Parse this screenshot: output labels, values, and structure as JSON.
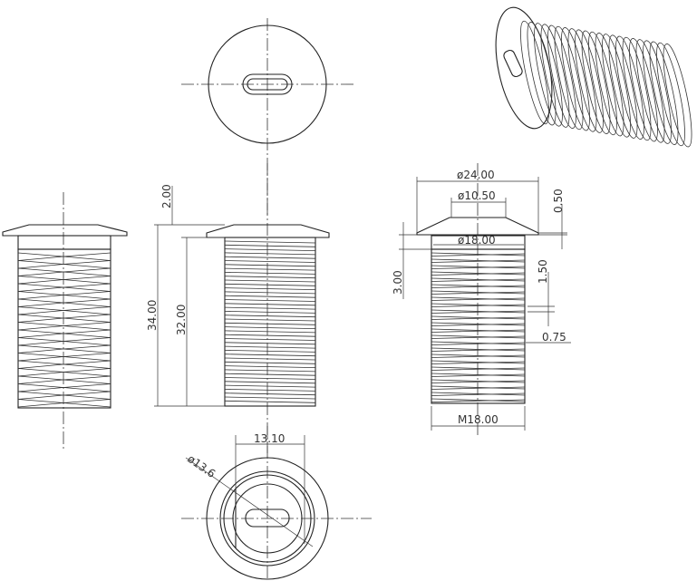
{
  "drawing": {
    "dimensions": {
      "head_diameter": "ø24.00",
      "top_diameter": "ø10.50",
      "collar_diameter": "ø18.00",
      "head_thickness": "0.50",
      "collar_height": "3.00",
      "thread_pitch_gap": "1.50",
      "thread_depth": "0.75",
      "thread_spec": "M18.00",
      "head_height": "2.00",
      "overall_length": "34.00",
      "body_length": "32.00",
      "flat_width": "13.10",
      "bore_diameter": "ø13.6"
    },
    "colors": {
      "line": "#222222",
      "background": "#ffffff"
    }
  }
}
